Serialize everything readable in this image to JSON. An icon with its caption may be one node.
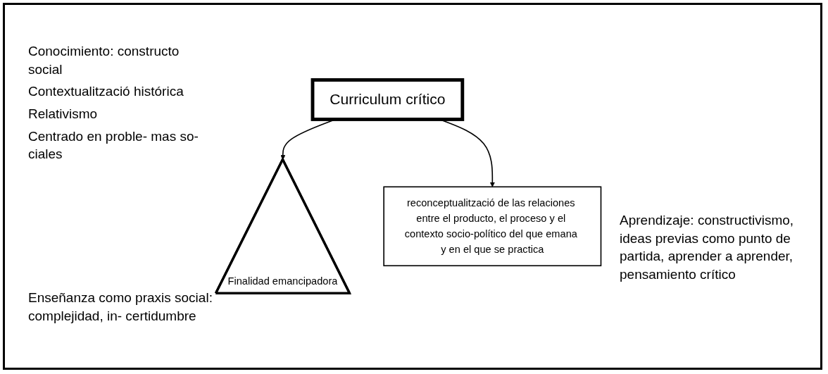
{
  "diagram": {
    "nodes": [
      {
        "text": [
          "Curriculum crítico"
        ]
      },
      {
        "text": [
          "Finalidad emancipadora"
        ]
      },
      {
        "text": [
          "reconceptualització de las relaciones entre el producto, el proceso y el contexto socio-político del que emana y en el que se practica"
        ]
      }
    ],
    "edges": [
      {
        "from": 0,
        "to": 1,
        "arrow": "to"
      },
      {
        "from": 0,
        "to": 2,
        "arrow": "to"
      }
    ],
    "labels": [
      "Conocimiento: constructo social",
      "Contextualització histórica",
      "Relativismo",
      "Centrado en proble- mas so- ciales",
      "Enseñanza como praxis social: complejidad, in- certidumbre",
      "Aprendizaje: constructivismo, ideas previas como punto de partida, aprender a aprender, pensamiento crítico"
    ]
  }
}
